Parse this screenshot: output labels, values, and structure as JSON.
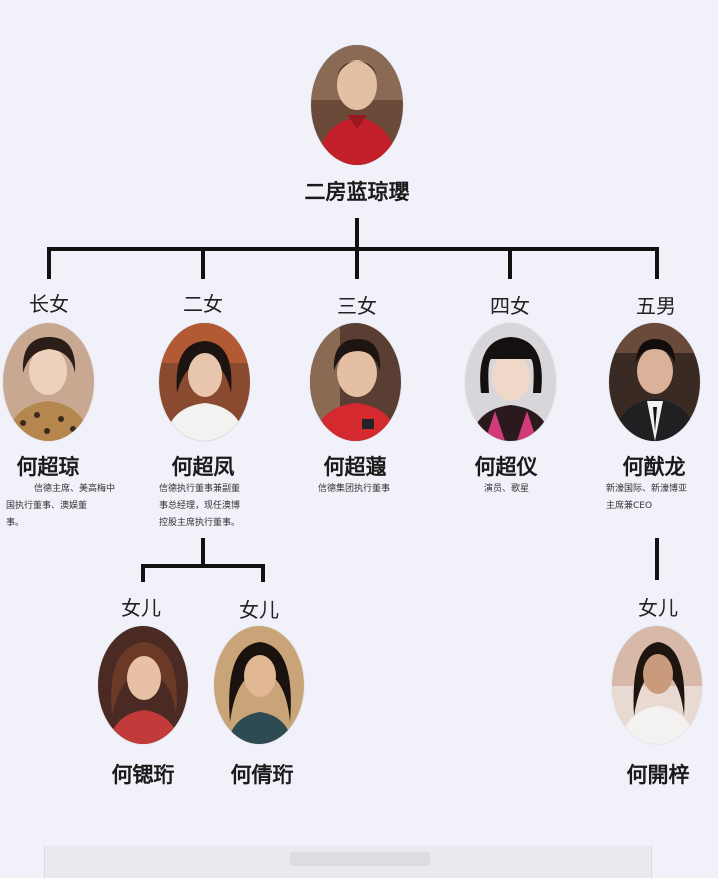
{
  "root": {
    "name": "二房蓝琼瓔"
  },
  "children": [
    {
      "relation": "长女",
      "name": "何超琼",
      "description_lines": [
        "信德主席、美高梅中",
        "国执行董事、澳娱董",
        "事。"
      ]
    },
    {
      "relation": "二女",
      "name": "何超凤",
      "description_lines": [
        "信德执行董事兼副董",
        "事总经理，现任澳博",
        "控股主席执行董事。"
      ]
    },
    {
      "relation": "三女",
      "name": "何超蕸",
      "description_lines": [
        "信德集团执行董事"
      ]
    },
    {
      "relation": "四女",
      "name": "何超仪",
      "description_lines": [
        "演员、歌星"
      ]
    },
    {
      "relation": "五男",
      "name": "何猷龙",
      "description_lines": [
        "新濠国际、新濠博亚",
        "主席兼CEO"
      ]
    }
  ],
  "grandchildren": [
    {
      "relation": "女儿",
      "name": "何锶珩"
    },
    {
      "relation": "女儿",
      "name": "何倩珩"
    },
    {
      "relation": "女儿",
      "name": "何開梓"
    }
  ],
  "colors": {
    "background": "#f1f2f9",
    "connector": "#111111",
    "text": "#1a1a1a"
  }
}
